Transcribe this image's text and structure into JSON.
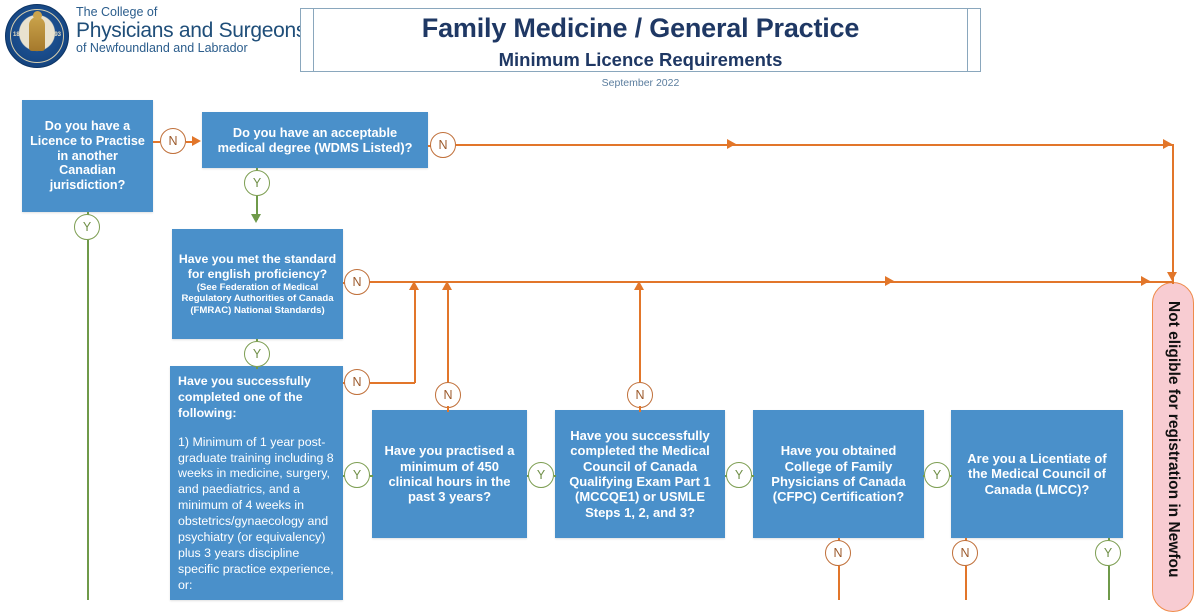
{
  "header": {
    "org_line1": "The College of",
    "org_line2": "Physicians and Surgeons",
    "org_line3": "of Newfoundland and Labrador",
    "seal_year_left": "18",
    "seal_year_right": "93",
    "title": "Family Medicine / General Practice",
    "subtitle": "Minimum Licence Requirements",
    "date": "September 2022"
  },
  "colors": {
    "box_blue": "#4a90ca",
    "arrow_orange": "#e2762a",
    "arrow_green": "#6f9a4a",
    "terminator_pink": "#f8ccd2",
    "terminator_border": "#ef8b4a",
    "title_navy": "#1f3864"
  },
  "nodes": {
    "q1": "Do you have a Licence to Practise in another Canadian jurisdiction?",
    "q2": "Do you have an acceptable medical degree (WDMS Listed)?",
    "q3_main": "Have you met the standard for english proficiency?",
    "q3_note": "(See Federation of Medical Regulatory Authorities of Canada (FMRAC) National Standards)",
    "q4_head": "Have you successfully completed one of the following:",
    "q4_body": "1) Minimum of 1 year post-graduate training including 8 weeks in medicine, surgery, and paediatrics, and a minimum of 4 weeks in obstetrics/gynaecology and psychiatry (or equivalency) plus 3 years discipline specific practice experience, or:",
    "q5": "Have you practised a minimum of 450 clinical hours in the past 3 years?",
    "q6": "Have you successfully completed the Medical Council of Canada Qualifying Exam Part 1 (MCCQE1) or USMLE Steps 1, 2, and 3?",
    "q7": "Have you obtained College of Family Physicians of Canada (CFPC) Certification?",
    "q8": "Are you a Licentiate of the Medical Council of Canada (LMCC)?",
    "terminator": "Not eligible for registration in Newfou"
  },
  "labels": {
    "yes": "Y",
    "no": "N"
  }
}
